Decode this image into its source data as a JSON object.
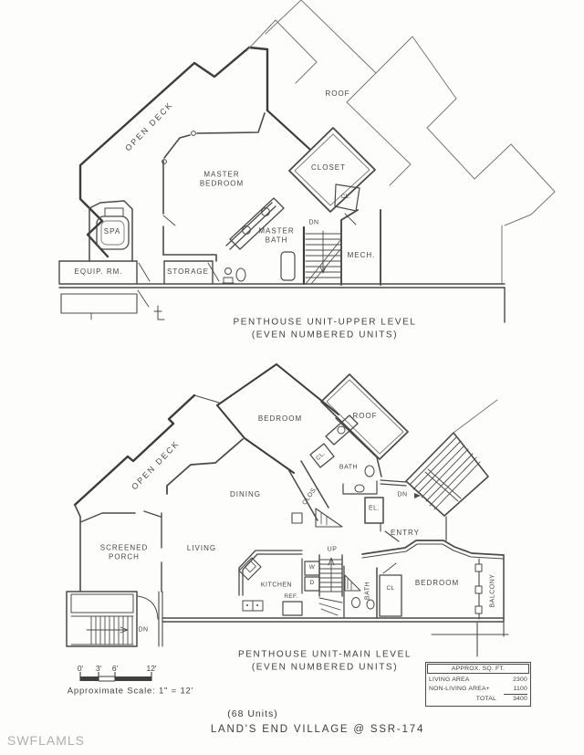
{
  "watermark": "SWFLAMLS",
  "upper_plan": {
    "caption_line1": "PENTHOUSE UNIT-UPPER LEVEL",
    "caption_line2": "(EVEN NUMBERED UNITS)",
    "labels": {
      "open_deck": "OPEN DECK",
      "roof": "ROOF",
      "master_bedroom": "MASTER\nBEDROOM",
      "closet": "CLOSET",
      "cl": "CL.",
      "dn": "DN",
      "master_bath": "MASTER\nBATH",
      "mech": "MECH.",
      "spa": "SPA",
      "equip_rm": "EQUIP. RM.",
      "storage": "STORAGE"
    }
  },
  "lower_plan": {
    "caption_line1": "PENTHOUSE UNIT-MAIN LEVEL",
    "caption_line2": "(EVEN NUMBERED UNITS)",
    "labels": {
      "bedroom_top": "BEDROOM",
      "roof": "ROOF",
      "open_deck": "OPEN DECK",
      "cl_bath": "CL.",
      "bath_upper": "BATH",
      "clos": "CLOS.",
      "dining": "DINING",
      "el": "EL.",
      "dn_entry": "DN",
      "entry": "ENTRY",
      "screened_porch": "SCREENED\nPORCH",
      "living": "LIVING",
      "kitchen": "KITCHEN",
      "ref": "REF.",
      "washer": "W",
      "dryer": "D",
      "up": "UP",
      "bath_lower": "BATH",
      "cl_bedroom": "CL",
      "bedroom_right": "BEDROOM",
      "balcony": "BALCONY",
      "dn_porch": "DN"
    }
  },
  "scale_bar": {
    "ticks": [
      "0'",
      "3'",
      "6'",
      "12'"
    ],
    "caption": "Approximate Scale: 1\" = 12'"
  },
  "area_table": {
    "header": "APPROX. SQ. FT.",
    "rows": [
      {
        "label": "LIVING AREA",
        "value": "2300"
      },
      {
        "label": "NON-LIVING AREA+",
        "value": "1100"
      },
      {
        "label": "TOTAL",
        "value": "3400"
      }
    ]
  },
  "footer": {
    "units": "(68 Units)",
    "title": "LAND'S END VILLAGE @ SSR-174"
  }
}
